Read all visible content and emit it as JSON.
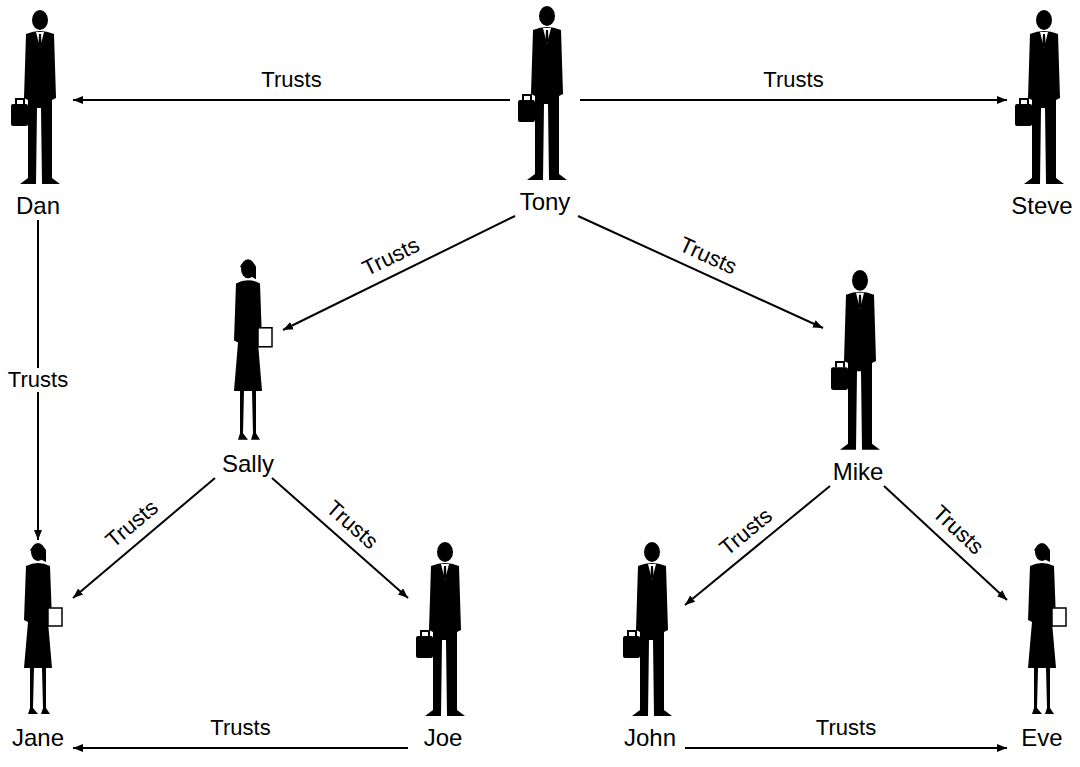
{
  "diagram": {
    "nodes": [
      {
        "text": [
          "Dan"
        ]
      },
      {
        "text": [
          "Tony"
        ]
      },
      {
        "text": [
          "Steve"
        ]
      },
      {
        "text": [
          "Sally"
        ]
      },
      {
        "text": [
          "Mike"
        ]
      },
      {
        "text": [
          "Jane"
        ]
      },
      {
        "text": [
          "Joe"
        ]
      },
      {
        "text": [
          "John"
        ]
      },
      {
        "text": [
          "Eve"
        ]
      }
    ],
    "edges": [
      {
        "from": 1,
        "to": 0,
        "label": "Trusts",
        "arrow": "to"
      },
      {
        "from": 1,
        "to": 2,
        "label": "Trusts",
        "arrow": "to"
      },
      {
        "from": 0,
        "to": 5,
        "label": "Trusts",
        "arrow": "to"
      },
      {
        "from": 1,
        "to": 3,
        "label": "Trusts",
        "arrow": "to"
      },
      {
        "from": 1,
        "to": 4,
        "label": "Trusts",
        "arrow": "to"
      },
      {
        "from": 3,
        "to": 5,
        "label": "Trusts",
        "arrow": "to"
      },
      {
        "from": 3,
        "to": 6,
        "label": "Trusts",
        "arrow": "to"
      },
      {
        "from": 4,
        "to": 7,
        "label": "Trusts",
        "arrow": "to"
      },
      {
        "from": 4,
        "to": 8,
        "label": "Trusts",
        "arrow": "to"
      },
      {
        "from": 6,
        "to": 5,
        "label": "Trusts",
        "arrow": "to"
      },
      {
        "from": 7,
        "to": 8,
        "label": "Trusts",
        "arrow": "to"
      }
    ]
  }
}
